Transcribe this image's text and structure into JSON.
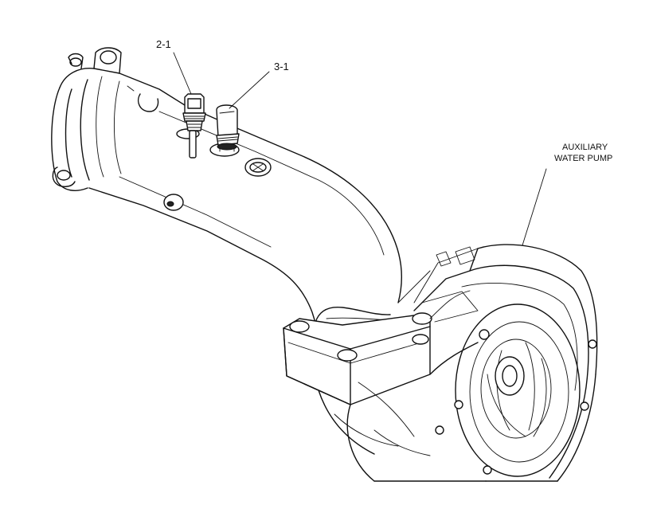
{
  "callouts": {
    "part_2_1": "2-1",
    "part_3_1": "3-1"
  },
  "labels": {
    "aux_pump_line1": "AUXILIARY",
    "aux_pump_line2": "WATER PUMP"
  }
}
